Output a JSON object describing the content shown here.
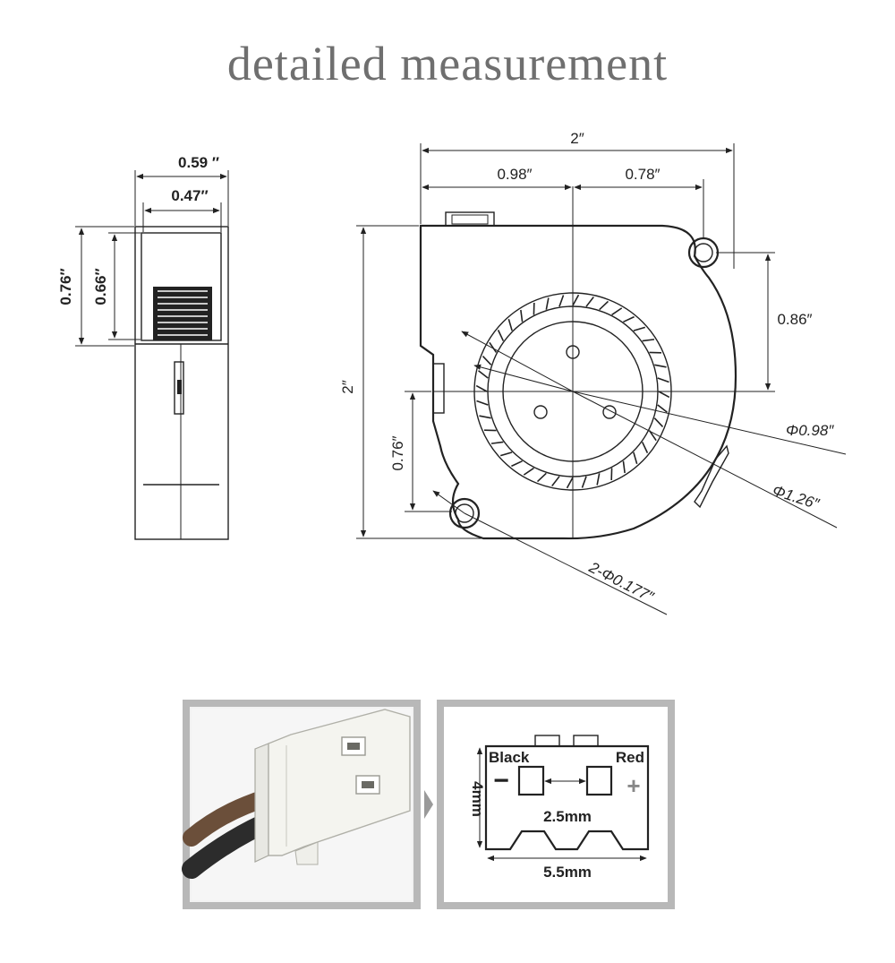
{
  "title": "detailed measurement",
  "side_view": {
    "width_outer": "0.59 ″",
    "width_inner": "0.47″",
    "height_outer": "0.76″",
    "height_inner": "0.66″"
  },
  "front_view": {
    "width": "2″",
    "left_segment": "0.98″",
    "right_segment": "0.78″",
    "height": "2″",
    "right_height": "0.86″",
    "left_height": "0.76″",
    "inner_diameter": "Φ0.98″",
    "outer_diameter": "Φ1.26″",
    "hole_diameter": "2-Φ0.177″"
  },
  "connector": {
    "black_label": "Black",
    "red_label": "Red",
    "minus": "−",
    "plus": "+",
    "height": "4mm",
    "pitch": "2.5mm",
    "width": "5.5mm",
    "colors": {
      "frame": "#b8b8b8",
      "red_label": "#888888"
    }
  }
}
